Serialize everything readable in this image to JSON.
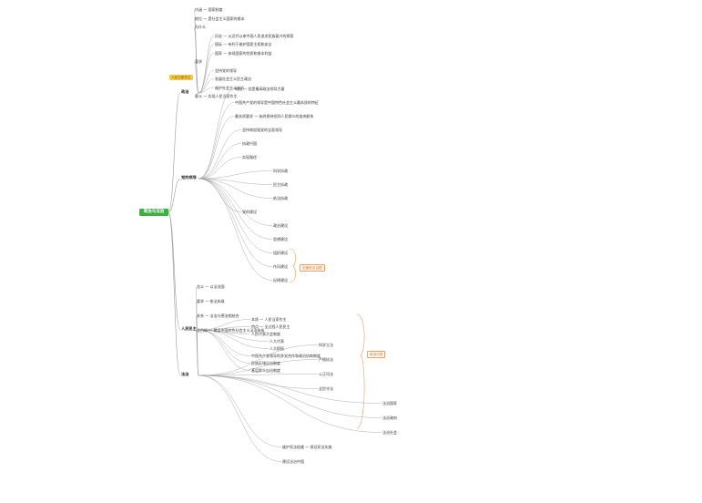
{
  "root": {
    "label": "政治与法治"
  },
  "tags": {
    "yellow": "人民当家作主",
    "orange_law": "全面依法治国",
    "orange_rule": "依法行政"
  },
  "colors": {
    "root": "#3cb043",
    "line": "#9a9a9a",
    "curve_orange": "#f29b5b",
    "tag_yellow": "#f7c948"
  },
  "branches": {
    "politics": {
      "label": "政治",
      "nodes": [
        "内涵 — 国家制度",
        "地位 — 是社会主义国家的根本",
        "为什么",
        "历史 — 从近代以来中国人民追求民族复兴的探索",
        "国际 — 有利于维护国家主权和安全",
        "国家 — 体现国家的性质和根本利益",
        "要求",
        "坚持党的领导",
        "发展社会主义民主政治",
        "维护社会主义法治",
        "意义 — 实现人民当家作主"
      ]
    },
    "party": {
      "label": "党的领导",
      "nodes": [
        "地位 — 党是最高政治领导力量",
        "中国共产党的领导是中国特色社会主义最本质的特征",
        "最本质要求 — 始终保持党同人民群众的血肉联系",
        "坚持和加强党的全面领导",
        "执政兴国",
        "实现路径",
        "科学执政",
        "民主执政",
        "依法执政",
        "党的建设",
        "政治建设",
        "思想建设",
        "组织建设",
        "作风建设",
        "纪律建设"
      ]
    },
    "people": {
      "label": "人民民主",
      "nodes": [
        "本质 — 人民当家作主",
        "特点 — 全过程人民民主",
        "人民代表大会制度",
        "人大代表",
        "人大职权",
        "中国共产党领导的多党合作和政治协商制度",
        "民族区域自治制度",
        "基层群众自治制度"
      ]
    },
    "law": {
      "label": "法治",
      "nodes": [
        "含义 — 以法治国",
        "要求 — 依法执政",
        "关系 — 法治与德治相结合",
        "总目标 — 建设中国特色社会主义法治体系",
        "科学立法",
        "严格执法",
        "公正司法",
        "全民守法",
        "法治国家",
        "法治政府",
        "法治社会",
        "维护宪法权威 — 保证宪法实施",
        "建设法治中国"
      ]
    }
  }
}
